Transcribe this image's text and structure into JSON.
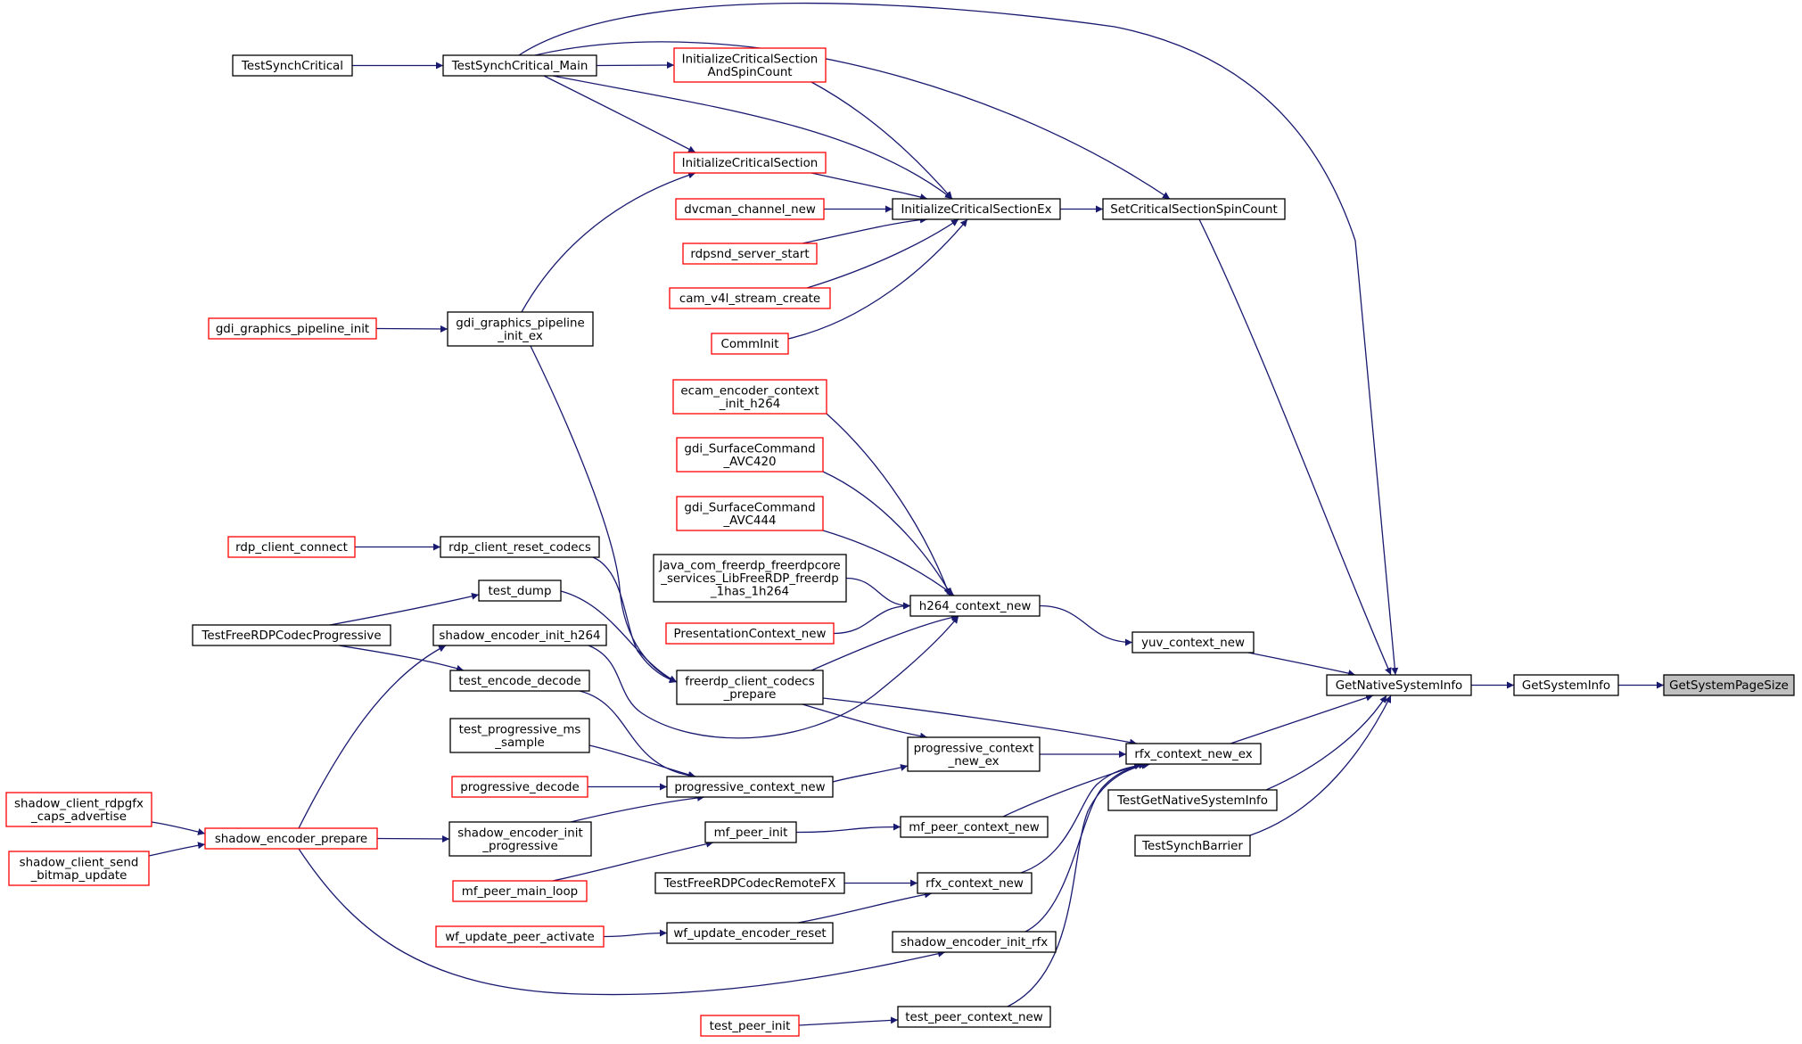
{
  "diagram": {
    "nodes": [
      {
        "id": "GetSystemPageSize",
        "lines": [
          "GetSystemPageSize"
        ],
        "style": "focus"
      },
      {
        "id": "GetSystemInfo",
        "lines": [
          "GetSystemInfo"
        ],
        "style": "black"
      },
      {
        "id": "GetNativeSystemInfo",
        "lines": [
          "GetNativeSystemInfo"
        ],
        "style": "black"
      },
      {
        "id": "SetCriticalSectionSpinCount",
        "lines": [
          "SetCriticalSectionSpinCount"
        ],
        "style": "black"
      },
      {
        "id": "InitializeCriticalSectionEx",
        "lines": [
          "InitializeCriticalSectionEx"
        ],
        "style": "black"
      },
      {
        "id": "TestSynchCritical_Main",
        "lines": [
          "TestSynchCritical_Main"
        ],
        "style": "black"
      },
      {
        "id": "TestSynchCritical",
        "lines": [
          "TestSynchCritical"
        ],
        "style": "black"
      },
      {
        "id": "InitializeCriticalSectionAndSpinCount",
        "lines": [
          "InitializeCriticalSection",
          "AndSpinCount"
        ],
        "style": "red"
      },
      {
        "id": "InitializeCriticalSection",
        "lines": [
          "InitializeCriticalSection"
        ],
        "style": "red"
      },
      {
        "id": "dvcman_channel_new",
        "lines": [
          "dvcman_channel_new"
        ],
        "style": "red"
      },
      {
        "id": "rdpsnd_server_start",
        "lines": [
          "rdpsnd_server_start"
        ],
        "style": "red"
      },
      {
        "id": "cam_v4l_stream_create",
        "lines": [
          "cam_v4l_stream_create"
        ],
        "style": "red"
      },
      {
        "id": "CommInit",
        "lines": [
          "CommInit"
        ],
        "style": "red"
      },
      {
        "id": "gdi_graphics_pipeline_init_ex",
        "lines": [
          "gdi_graphics_pipeline",
          "_init_ex"
        ],
        "style": "black"
      },
      {
        "id": "gdi_graphics_pipeline_init",
        "lines": [
          "gdi_graphics_pipeline_init"
        ],
        "style": "red"
      },
      {
        "id": "ecam_encoder_context_init_h264",
        "lines": [
          "ecam_encoder_context",
          "_init_h264"
        ],
        "style": "red"
      },
      {
        "id": "gdi_SurfaceCommand_AVC420",
        "lines": [
          "gdi_SurfaceCommand",
          "_AVC420"
        ],
        "style": "red"
      },
      {
        "id": "gdi_SurfaceCommand_AVC444",
        "lines": [
          "gdi_SurfaceCommand",
          "_AVC444"
        ],
        "style": "red"
      },
      {
        "id": "Java_has_h264",
        "lines": [
          "Java_com_freerdp_freerdpcore",
          "_services_LibFreeRDP_freerdp",
          "_1has_1h264"
        ],
        "style": "black"
      },
      {
        "id": "PresentationContext_new",
        "lines": [
          "PresentationContext_new"
        ],
        "style": "red"
      },
      {
        "id": "h264_context_new",
        "lines": [
          "h264_context_new"
        ],
        "style": "black"
      },
      {
        "id": "yuv_context_new",
        "lines": [
          "yuv_context_new"
        ],
        "style": "black"
      },
      {
        "id": "rdp_client_connect",
        "lines": [
          "rdp_client_connect"
        ],
        "style": "red"
      },
      {
        "id": "rdp_client_reset_codecs",
        "lines": [
          "rdp_client_reset_codecs"
        ],
        "style": "black"
      },
      {
        "id": "test_dump",
        "lines": [
          "test_dump"
        ],
        "style": "black"
      },
      {
        "id": "TestFreeRDPCodecProgressive",
        "lines": [
          "TestFreeRDPCodecProgressive"
        ],
        "style": "black"
      },
      {
        "id": "shadow_encoder_init_h264",
        "lines": [
          "shadow_encoder_init_h264"
        ],
        "style": "black"
      },
      {
        "id": "test_encode_decode",
        "lines": [
          "test_encode_decode"
        ],
        "style": "black"
      },
      {
        "id": "freerdp_client_codecs_prepare",
        "lines": [
          "freerdp_client_codecs",
          "_prepare"
        ],
        "style": "black"
      },
      {
        "id": "test_progressive_ms_sample",
        "lines": [
          "test_progressive_ms",
          "_sample"
        ],
        "style": "black"
      },
      {
        "id": "progressive_decode",
        "lines": [
          "progressive_decode"
        ],
        "style": "red"
      },
      {
        "id": "progressive_context_new",
        "lines": [
          "progressive_context_new"
        ],
        "style": "black"
      },
      {
        "id": "progressive_context_new_ex",
        "lines": [
          "progressive_context",
          "_new_ex"
        ],
        "style": "black"
      },
      {
        "id": "rfx_context_new_ex",
        "lines": [
          "rfx_context_new_ex"
        ],
        "style": "black"
      },
      {
        "id": "TestGetNativeSystemInfo",
        "lines": [
          "TestGetNativeSystemInfo"
        ],
        "style": "black"
      },
      {
        "id": "TestSynchBarrier",
        "lines": [
          "TestSynchBarrier"
        ],
        "style": "black"
      },
      {
        "id": "shadow_client_rdpgfx_caps_advertise",
        "lines": [
          "shadow_client_rdpgfx",
          "_caps_advertise"
        ],
        "style": "red"
      },
      {
        "id": "shadow_client_send_bitmap_update",
        "lines": [
          "shadow_client_send",
          "_bitmap_update"
        ],
        "style": "red"
      },
      {
        "id": "shadow_encoder_prepare",
        "lines": [
          "shadow_encoder_prepare"
        ],
        "style": "red"
      },
      {
        "id": "shadow_encoder_init_progressive",
        "lines": [
          "shadow_encoder_init",
          "_progressive"
        ],
        "style": "black"
      },
      {
        "id": "mf_peer_init",
        "lines": [
          "mf_peer_init"
        ],
        "style": "black"
      },
      {
        "id": "mf_peer_context_new",
        "lines": [
          "mf_peer_context_new"
        ],
        "style": "black"
      },
      {
        "id": "mf_peer_main_loop",
        "lines": [
          "mf_peer_main_loop"
        ],
        "style": "red"
      },
      {
        "id": "TestFreeRDPCodecRemoteFX",
        "lines": [
          "TestFreeRDPCodecRemoteFX"
        ],
        "style": "black"
      },
      {
        "id": "rfx_context_new",
        "lines": [
          "rfx_context_new"
        ],
        "style": "black"
      },
      {
        "id": "wf_update_peer_activate",
        "lines": [
          "wf_update_peer_activate"
        ],
        "style": "red"
      },
      {
        "id": "wf_update_encoder_reset",
        "lines": [
          "wf_update_encoder_reset"
        ],
        "style": "black"
      },
      {
        "id": "shadow_encoder_init_rfx",
        "lines": [
          "shadow_encoder_init_rfx"
        ],
        "style": "black"
      },
      {
        "id": "test_peer_init",
        "lines": [
          "test_peer_init"
        ],
        "style": "red"
      },
      {
        "id": "test_peer_context_new",
        "lines": [
          "test_peer_context_new"
        ],
        "style": "black"
      }
    ],
    "edges": [
      [
        "GetSystemInfo",
        "GetSystemPageSize"
      ],
      [
        "GetNativeSystemInfo",
        "GetSystemInfo"
      ],
      [
        "SetCriticalSectionSpinCount",
        "GetNativeSystemInfo"
      ],
      [
        "TestSynchCritical_Main",
        "GetNativeSystemInfo"
      ],
      [
        "yuv_context_new",
        "GetNativeSystemInfo"
      ],
      [
        "rfx_context_new_ex",
        "GetNativeSystemInfo"
      ],
      [
        "TestGetNativeSystemInfo",
        "GetNativeSystemInfo"
      ],
      [
        "TestSynchBarrier",
        "GetNativeSystemInfo"
      ],
      [
        "InitializeCriticalSectionEx",
        "SetCriticalSectionSpinCount"
      ],
      [
        "TestSynchCritical_Main",
        "SetCriticalSectionSpinCount"
      ],
      [
        "TestSynchCritical_Main",
        "InitializeCriticalSectionEx"
      ],
      [
        "InitializeCriticalSectionAndSpinCount",
        "InitializeCriticalSectionEx"
      ],
      [
        "InitializeCriticalSection",
        "InitializeCriticalSectionEx"
      ],
      [
        "dvcman_channel_new",
        "InitializeCriticalSectionEx"
      ],
      [
        "rdpsnd_server_start",
        "InitializeCriticalSectionEx"
      ],
      [
        "cam_v4l_stream_create",
        "InitializeCriticalSectionEx"
      ],
      [
        "CommInit",
        "InitializeCriticalSectionEx"
      ],
      [
        "TestSynchCritical",
        "TestSynchCritical_Main"
      ],
      [
        "TestSynchCritical_Main",
        "InitializeCriticalSectionAndSpinCount"
      ],
      [
        "TestSynchCritical_Main",
        "InitializeCriticalSection"
      ],
      [
        "gdi_graphics_pipeline_init_ex",
        "InitializeCriticalSection"
      ],
      [
        "gdi_graphics_pipeline_init",
        "gdi_graphics_pipeline_init_ex"
      ],
      [
        "gdi_graphics_pipeline_init_ex",
        "freerdp_client_codecs_prepare"
      ],
      [
        "h264_context_new",
        "yuv_context_new"
      ],
      [
        "ecam_encoder_context_init_h264",
        "h264_context_new"
      ],
      [
        "gdi_SurfaceCommand_AVC420",
        "h264_context_new"
      ],
      [
        "gdi_SurfaceCommand_AVC444",
        "h264_context_new"
      ],
      [
        "Java_has_h264",
        "h264_context_new"
      ],
      [
        "PresentationContext_new",
        "h264_context_new"
      ],
      [
        "freerdp_client_codecs_prepare",
        "h264_context_new"
      ],
      [
        "shadow_encoder_init_h264",
        "h264_context_new"
      ],
      [
        "rdp_client_connect",
        "rdp_client_reset_codecs"
      ],
      [
        "rdp_client_reset_codecs",
        "freerdp_client_codecs_prepare"
      ],
      [
        "TestFreeRDPCodecProgressive",
        "test_dump"
      ],
      [
        "test_dump",
        "freerdp_client_codecs_prepare"
      ],
      [
        "TestFreeRDPCodecProgressive",
        "test_encode_decode"
      ],
      [
        "test_encode_decode",
        "progressive_context_new"
      ],
      [
        "test_progressive_ms_sample",
        "progressive_context_new"
      ],
      [
        "progressive_decode",
        "progressive_context_new"
      ],
      [
        "shadow_encoder_init_progressive",
        "progressive_context_new"
      ],
      [
        "progressive_context_new",
        "progressive_context_new_ex"
      ],
      [
        "freerdp_client_codecs_prepare",
        "progressive_context_new_ex"
      ],
      [
        "progressive_context_new_ex",
        "rfx_context_new_ex"
      ],
      [
        "freerdp_client_codecs_prepare",
        "rfx_context_new_ex"
      ],
      [
        "mf_peer_context_new",
        "rfx_context_new_ex"
      ],
      [
        "rfx_context_new",
        "rfx_context_new_ex"
      ],
      [
        "shadow_encoder_init_rfx",
        "rfx_context_new_ex"
      ],
      [
        "test_peer_context_new",
        "rfx_context_new_ex"
      ],
      [
        "shadow_client_rdpgfx_caps_advertise",
        "shadow_encoder_prepare"
      ],
      [
        "shadow_client_send_bitmap_update",
        "shadow_encoder_prepare"
      ],
      [
        "shadow_encoder_prepare",
        "shadow_encoder_init_h264"
      ],
      [
        "shadow_encoder_prepare",
        "shadow_encoder_init_progressive"
      ],
      [
        "shadow_encoder_prepare",
        "shadow_encoder_init_rfx"
      ],
      [
        "mf_peer_init",
        "mf_peer_context_new"
      ],
      [
        "mf_peer_main_loop",
        "mf_peer_init"
      ],
      [
        "TestFreeRDPCodecRemoteFX",
        "rfx_context_new"
      ],
      [
        "wf_update_encoder_reset",
        "rfx_context_new"
      ],
      [
        "wf_update_peer_activate",
        "wf_update_encoder_reset"
      ],
      [
        "test_peer_init",
        "test_peer_context_new"
      ]
    ]
  },
  "colors": {
    "edge": "#191970",
    "border_default": "#000000",
    "border_truncated": "#ff0000",
    "focus_fill": "#bfbfbf",
    "node_fill": "#ffffff"
  }
}
